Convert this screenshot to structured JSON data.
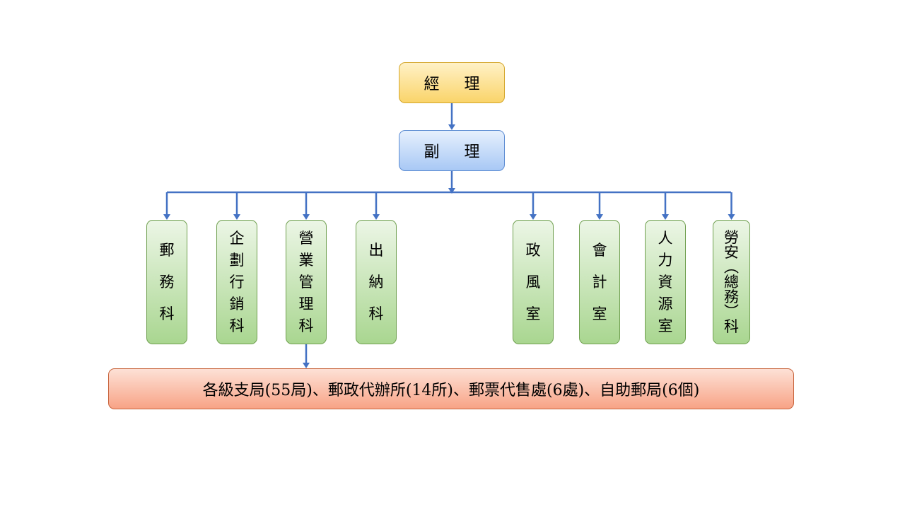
{
  "diagram": {
    "type": "org-chart",
    "top": {
      "label": "經 理"
    },
    "deputy": {
      "label": "副 理"
    },
    "units": [
      {
        "id": "u1",
        "label": "郵務科"
      },
      {
        "id": "u2",
        "label": "企劃行銷科"
      },
      {
        "id": "u3",
        "label": "營業管理科"
      },
      {
        "id": "u4",
        "label": "出納科"
      },
      {
        "id": "u5",
        "label": "政風室"
      },
      {
        "id": "u6",
        "label": "會計室"
      },
      {
        "id": "u7",
        "label": "人力資源室"
      },
      {
        "id": "u8",
        "label": "勞安(總務)科"
      }
    ],
    "bottom": {
      "label": "各級支局(55局)、郵政代辦所(14所)、郵票代售處(6處)、自助郵局(6個)"
    },
    "edges": [
      {
        "from": "top",
        "to": "deputy"
      },
      {
        "from": "deputy",
        "to": "u1"
      },
      {
        "from": "deputy",
        "to": "u2"
      },
      {
        "from": "deputy",
        "to": "u3"
      },
      {
        "from": "deputy",
        "to": "u4"
      },
      {
        "from": "deputy",
        "to": "u5"
      },
      {
        "from": "deputy",
        "to": "u6"
      },
      {
        "from": "deputy",
        "to": "u7"
      },
      {
        "from": "deputy",
        "to": "u8"
      },
      {
        "from": "u3",
        "to": "bottom"
      }
    ],
    "colors": {
      "connector": "#4472c4",
      "top_fill": "#fad46a",
      "deputy_fill": "#a8c8f5",
      "unit_fill": "#a9d690",
      "bottom_fill": "#f8a386"
    }
  }
}
